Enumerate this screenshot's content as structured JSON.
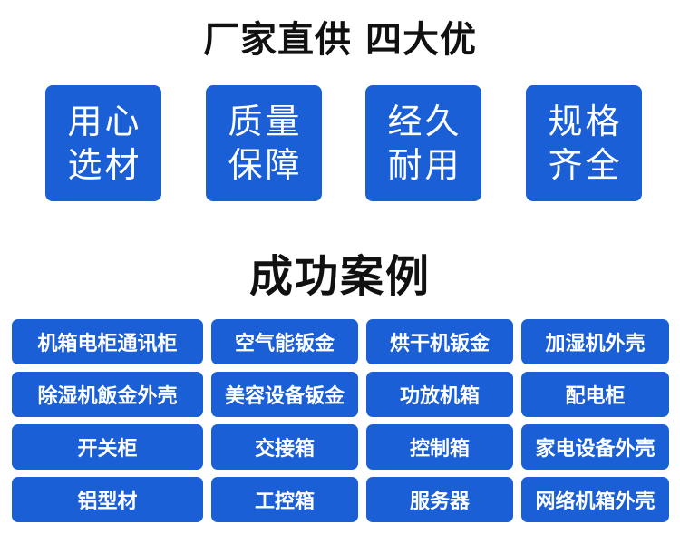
{
  "header": {
    "title": "厂家直供 四大优"
  },
  "advantages": [
    {
      "line1": "用心",
      "line2": "选材"
    },
    {
      "line1": "质量",
      "line2": "保障"
    },
    {
      "line1": "经久",
      "line2": "耐用"
    },
    {
      "line1": "规格",
      "line2": "齐全"
    }
  ],
  "cases_section": {
    "title": "成功案例",
    "items": [
      "机箱电柜通讯柜",
      "空气能钣金",
      "烘干机钣金",
      "加湿机外壳",
      "除湿机飯金外壳",
      "美容设备钣金",
      "功放机箱",
      "配电柜",
      "开关柜",
      "交接箱",
      "控制箱",
      "家电设备外壳",
      "铝型材",
      "工控箱",
      "服务器",
      "网络机箱外壳"
    ]
  },
  "colors": {
    "accent": "#1a5fd6",
    "title_text": "#111111",
    "tile_text": "#ffffff"
  }
}
